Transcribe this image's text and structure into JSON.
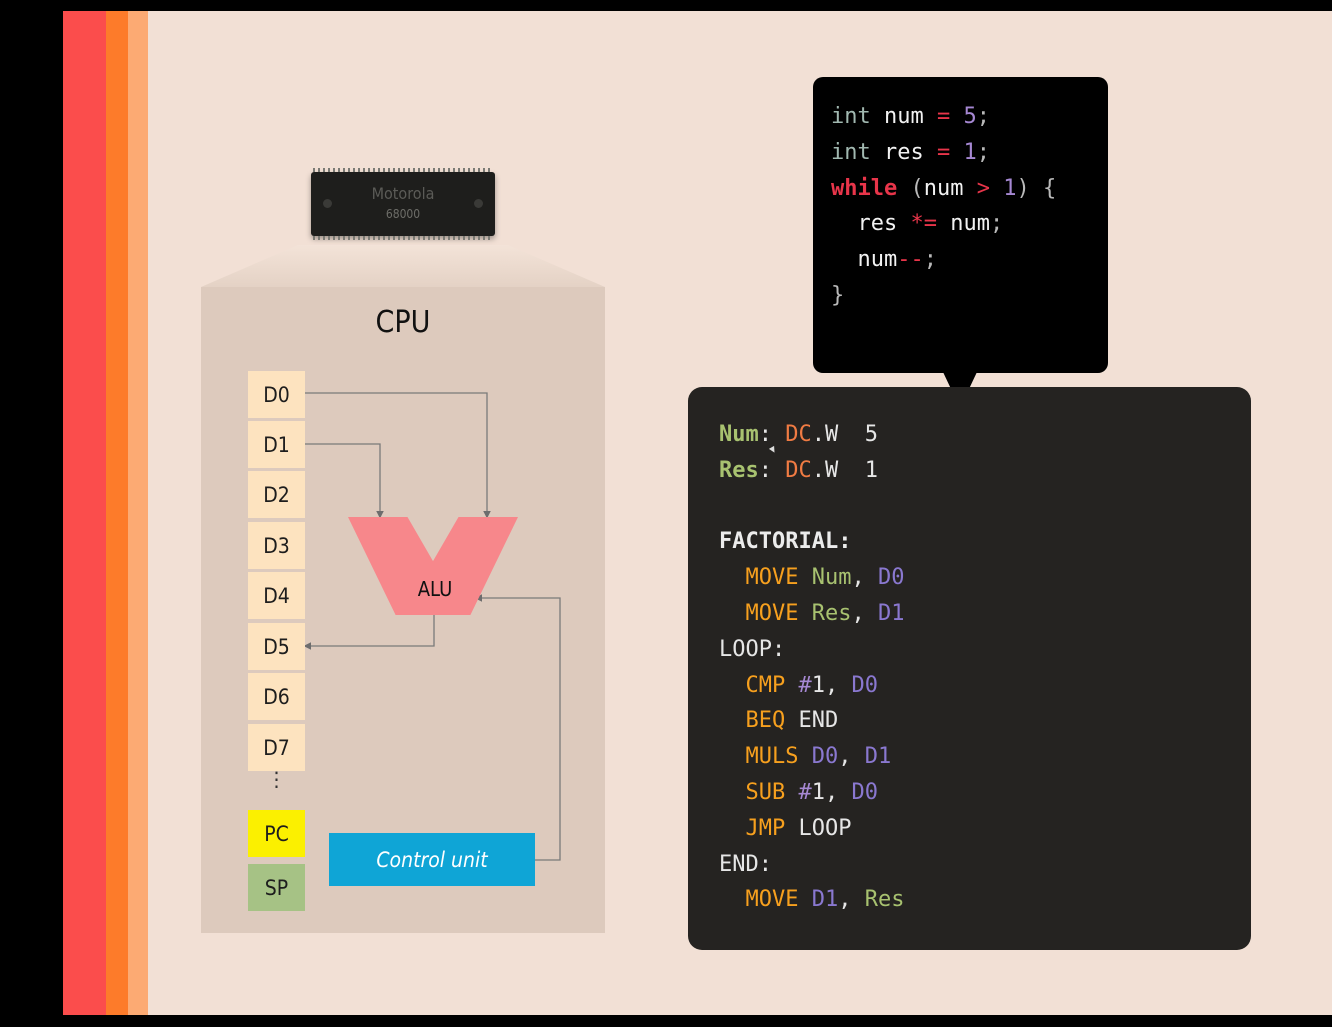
{
  "chip": {
    "brand": "Motorola",
    "model": "68000"
  },
  "cpu": {
    "title": "CPU",
    "registers": [
      "D0",
      "D1",
      "D2",
      "D3",
      "D4",
      "D5",
      "D6",
      "D7"
    ],
    "ellipsis": "⋮",
    "pc_label": "PC",
    "sp_label": "SP",
    "alu_label": "ALU",
    "control_unit_label": "Control unit"
  },
  "c_code": {
    "lines": [
      [
        [
          "int",
          "kw"
        ],
        [
          " num ",
          "id"
        ],
        [
          "=",
          "op"
        ],
        [
          " ",
          "id"
        ],
        [
          "5",
          "num"
        ],
        [
          ";",
          "p"
        ]
      ],
      [
        [
          "int",
          "kw"
        ],
        [
          " res ",
          "id"
        ],
        [
          "=",
          "op"
        ],
        [
          " ",
          "id"
        ],
        [
          "1",
          "num"
        ],
        [
          ";",
          "p"
        ]
      ],
      [
        [
          "while",
          "ctl"
        ],
        [
          " (",
          "p"
        ],
        [
          "num ",
          "id"
        ],
        [
          ">",
          "op"
        ],
        [
          " ",
          "id"
        ],
        [
          "1",
          "num"
        ],
        [
          ") {",
          "p"
        ]
      ],
      [
        [
          "  res ",
          "id"
        ],
        [
          "*=",
          "op"
        ],
        [
          " num",
          "id"
        ],
        [
          ";",
          "p"
        ]
      ],
      [
        [
          "  num",
          "id"
        ],
        [
          "--",
          "op"
        ],
        [
          ";",
          "p"
        ]
      ],
      [
        [
          "}",
          "p"
        ]
      ]
    ]
  },
  "asm_code": {
    "lines": [
      [
        [
          "Num",
          "lab"
        ],
        [
          ":",
          "plain"
        ],
        [
          " ",
          "plain"
        ],
        [
          "DC",
          "dir"
        ],
        [
          ".W",
          "plain"
        ],
        [
          "  5",
          "plain"
        ]
      ],
      [
        [
          "Res",
          "lab"
        ],
        [
          ":",
          "plain"
        ],
        [
          " ",
          "plain"
        ],
        [
          "DC",
          "dir"
        ],
        [
          ".W",
          "plain"
        ],
        [
          "  1",
          "plain"
        ]
      ],
      [],
      [
        [
          "FACTORIAL:",
          "head"
        ]
      ],
      [
        [
          "  ",
          "plain"
        ],
        [
          "MOVE",
          "ins"
        ],
        [
          " ",
          "plain"
        ],
        [
          "Num",
          "var"
        ],
        [
          ", ",
          "plain"
        ],
        [
          "D0",
          "reg"
        ]
      ],
      [
        [
          "  ",
          "plain"
        ],
        [
          "MOVE",
          "ins"
        ],
        [
          " ",
          "plain"
        ],
        [
          "Res",
          "var"
        ],
        [
          ", ",
          "plain"
        ],
        [
          "D1",
          "reg"
        ]
      ],
      [
        [
          "LOOP:",
          "plain"
        ]
      ],
      [
        [
          "  ",
          "plain"
        ],
        [
          "CMP",
          "ins"
        ],
        [
          " ",
          "plain"
        ],
        [
          "#",
          "imm"
        ],
        [
          "1",
          "plain"
        ],
        [
          ", ",
          "plain"
        ],
        [
          "D0",
          "reg"
        ]
      ],
      [
        [
          "  ",
          "plain"
        ],
        [
          "BEQ",
          "ins"
        ],
        [
          " END",
          "plain"
        ]
      ],
      [
        [
          "  ",
          "plain"
        ],
        [
          "MULS",
          "ins"
        ],
        [
          " ",
          "plain"
        ],
        [
          "D0",
          "reg"
        ],
        [
          ", ",
          "plain"
        ],
        [
          "D1",
          "reg"
        ]
      ],
      [
        [
          "  ",
          "plain"
        ],
        [
          "SUB",
          "ins"
        ],
        [
          " ",
          "plain"
        ],
        [
          "#",
          "imm"
        ],
        [
          "1",
          "plain"
        ],
        [
          ", ",
          "plain"
        ],
        [
          "D0",
          "reg"
        ]
      ],
      [
        [
          "  ",
          "plain"
        ],
        [
          "JMP",
          "ins"
        ],
        [
          " LOOP",
          "plain"
        ]
      ],
      [
        [
          "END:",
          "plain"
        ]
      ],
      [
        [
          "  ",
          "plain"
        ],
        [
          "MOVE",
          "ins"
        ],
        [
          " ",
          "plain"
        ],
        [
          "D1",
          "reg"
        ],
        [
          ", ",
          "plain"
        ],
        [
          "Res",
          "var"
        ]
      ]
    ]
  },
  "colors": {
    "background": "#f2e0d5",
    "stripe_red": "#fb4d4c",
    "stripe_orange": "#fd7b2a",
    "stripe_peach": "#fcaa73",
    "cpu_body": "#ddcabd",
    "register": "#fde3bf",
    "pc": "#fbf000",
    "sp": "#a6c285",
    "alu": "#f7878b",
    "control_unit": "#0fa5d6",
    "c_panel": "#000000",
    "asm_panel": "#252321"
  }
}
